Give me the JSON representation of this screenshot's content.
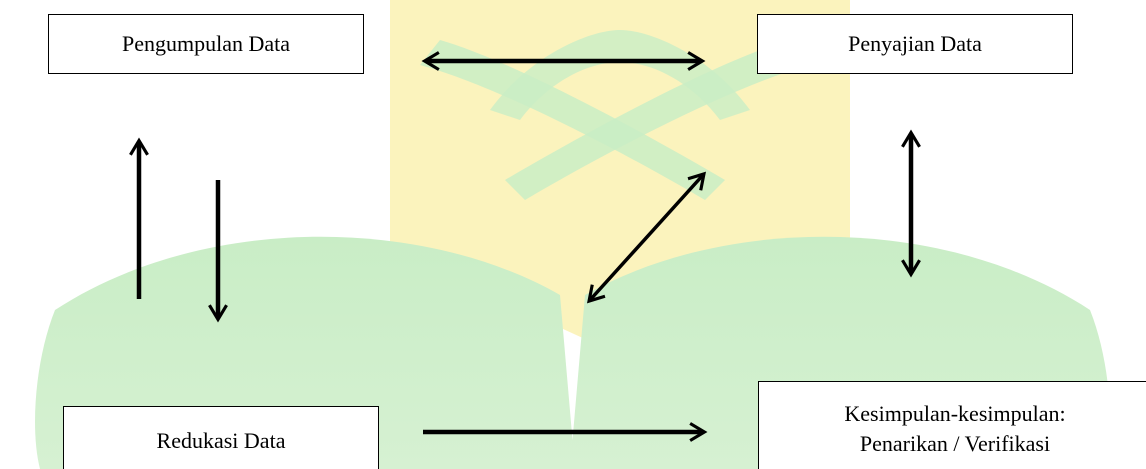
{
  "diagram": {
    "nodes": {
      "pengumpulan": "Pengumpulan Data",
      "penyajian": "Penyajian Data",
      "reduksi": "Redukasi Data",
      "kesimpulan_line1": "Kesimpulan-kesimpulan:",
      "kesimpulan_line2": "Penarikan / Verifikasi"
    },
    "edges": [
      {
        "from": "Pengumpulan Data",
        "to": "Penyajian Data",
        "direction": "both"
      },
      {
        "from": "Redukasi Data",
        "to": "Pengumpulan Data",
        "direction": "one-way"
      },
      {
        "from": "Pengumpulan Data",
        "to": "Redukasi Data",
        "direction": "one-way"
      },
      {
        "from": "Penyajian Data",
        "to": "Kesimpulan-kesimpulan: Penarikan / Verifikasi",
        "direction": "both"
      },
      {
        "from": "Redukasi Data",
        "to": "Penyajian Data",
        "direction": "both"
      },
      {
        "from": "Redukasi Data",
        "to": "Kesimpulan-kesimpulan: Penarikan / Verifikasi",
        "direction": "one-way"
      }
    ]
  },
  "colors": {
    "watermark_green": "#c9edc6",
    "watermark_yellow": "#fbf3bd",
    "arrow": "#000000"
  }
}
